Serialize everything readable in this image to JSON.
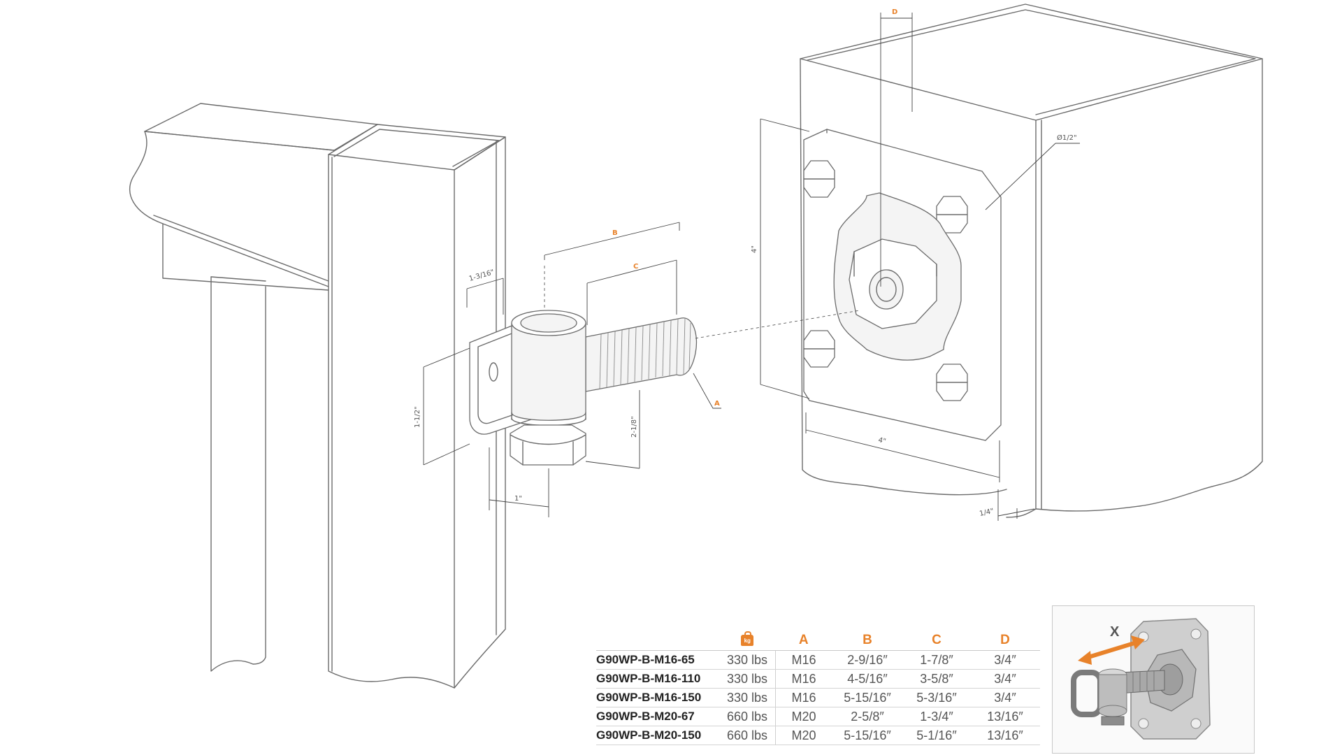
{
  "drawing": {
    "labels": {
      "B": "B",
      "C": "C",
      "A": "A",
      "D": "D",
      "dim_1_3_16": "1-3/16\"",
      "dim_1_1_2": "1-1/2\"",
      "dim_2_1_8": "2-1/8\"",
      "dim_1": "1\"",
      "dim_4_vertical": "4\"",
      "dim_4_horizontal": "4\"",
      "dim_1_4": "1/4\"",
      "dim_dia_1_2": "Ø1/2\""
    }
  },
  "table": {
    "headers": {
      "load_icon": "kg",
      "a": "A",
      "b": "B",
      "c": "C",
      "d": "D"
    },
    "rows": [
      {
        "model": "G90WP-B-M16-65",
        "load": "330 lbs",
        "a": "M16",
        "b": "2-9/16″",
        "c": "1-7/8″",
        "d": "3/4″"
      },
      {
        "model": "G90WP-B-M16-110",
        "load": "330 lbs",
        "a": "M16",
        "b": "4-5/16″",
        "c": "3-5/8″",
        "d": "3/4″"
      },
      {
        "model": "G90WP-B-M16-150",
        "load": "330 lbs",
        "a": "M16",
        "b": "5-15/16″",
        "c": "5-3/16″",
        "d": "3/4″"
      },
      {
        "model": "G90WP-B-M20-67",
        "load": "660 lbs",
        "a": "M20",
        "b": "2-5/8″",
        "c": "1-3/4″",
        "d": "13/16″"
      },
      {
        "model": "G90WP-B-M20-150",
        "load": "660 lbs",
        "a": "M20",
        "b": "5-15/16″",
        "c": "5-1/16″",
        "d": "13/16″"
      }
    ]
  },
  "inset": {
    "arrow_label": "X"
  },
  "colors": {
    "accent": "#e8822a",
    "line": "#6b6b6b"
  }
}
